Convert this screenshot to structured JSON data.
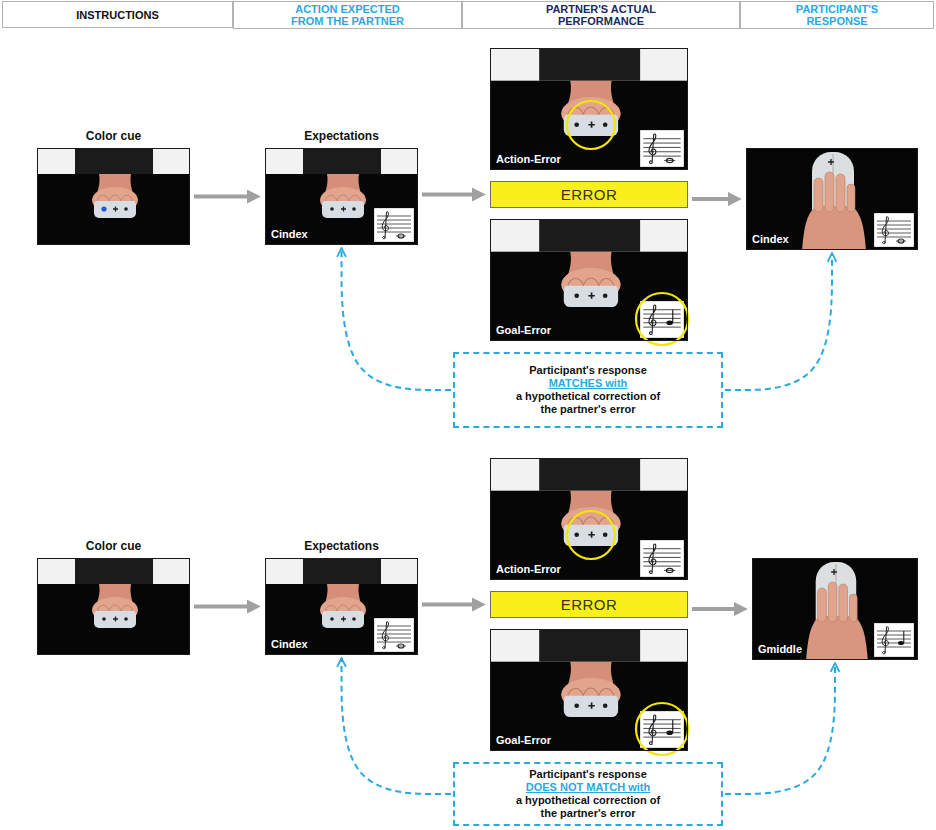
{
  "diagram": {
    "nodes": [
      {
        "text": [
          "INSTRUCTIONS"
        ]
      },
      {
        "text": [
          "ACTION EXPECTED FROM THE PARTNER"
        ]
      },
      {
        "text": [
          "PARTNER'S ACTUAL PERFORMANCE"
        ]
      },
      {
        "text": [
          "PARTICIPANT'S RESPONSE"
        ]
      },
      {
        "text": [
          "Color cue"
        ]
      },
      {
        "text": [
          "Expectations",
          "Cindex"
        ]
      },
      {
        "text": [
          "Action-Error"
        ]
      },
      {
        "text": [
          "ERROR"
        ]
      },
      {
        "text": [
          "Goal-Error"
        ]
      },
      {
        "text": [
          "Cindex"
        ]
      },
      {
        "text": [
          "Participant's response",
          "MATCHES with",
          "a hypothetical correction of the partner's error"
        ]
      },
      {
        "text": [
          "Color cue"
        ]
      },
      {
        "text": [
          "Expectations",
          "Cindex"
        ]
      },
      {
        "text": [
          "Action-Error"
        ]
      },
      {
        "text": [
          "ERROR"
        ]
      },
      {
        "text": [
          "Goal-Error"
        ]
      },
      {
        "text": [
          "Gmiddle"
        ]
      },
      {
        "text": [
          "Participant's response",
          "DOES NOT MATCH with",
          "a hypothetical correction of the partner's error"
        ]
      }
    ],
    "edges": [
      {
        "from": 4,
        "to": 5,
        "arrow": "to"
      },
      {
        "from": 5,
        "to": 7,
        "arrow": "to"
      },
      {
        "from": 7,
        "to": 9,
        "arrow": "to"
      },
      {
        "from": 10,
        "to": 5,
        "arrow": "to"
      },
      {
        "from": 10,
        "to": 9,
        "arrow": "to"
      },
      {
        "from": 11,
        "to": 12,
        "arrow": "to"
      },
      {
        "from": 12,
        "to": 14,
        "arrow": "to"
      },
      {
        "from": 14,
        "to": 16,
        "arrow": "to"
      },
      {
        "from": 17,
        "to": 12,
        "arrow": "to"
      },
      {
        "from": 17,
        "to": 16,
        "arrow": "to"
      }
    ]
  }
}
